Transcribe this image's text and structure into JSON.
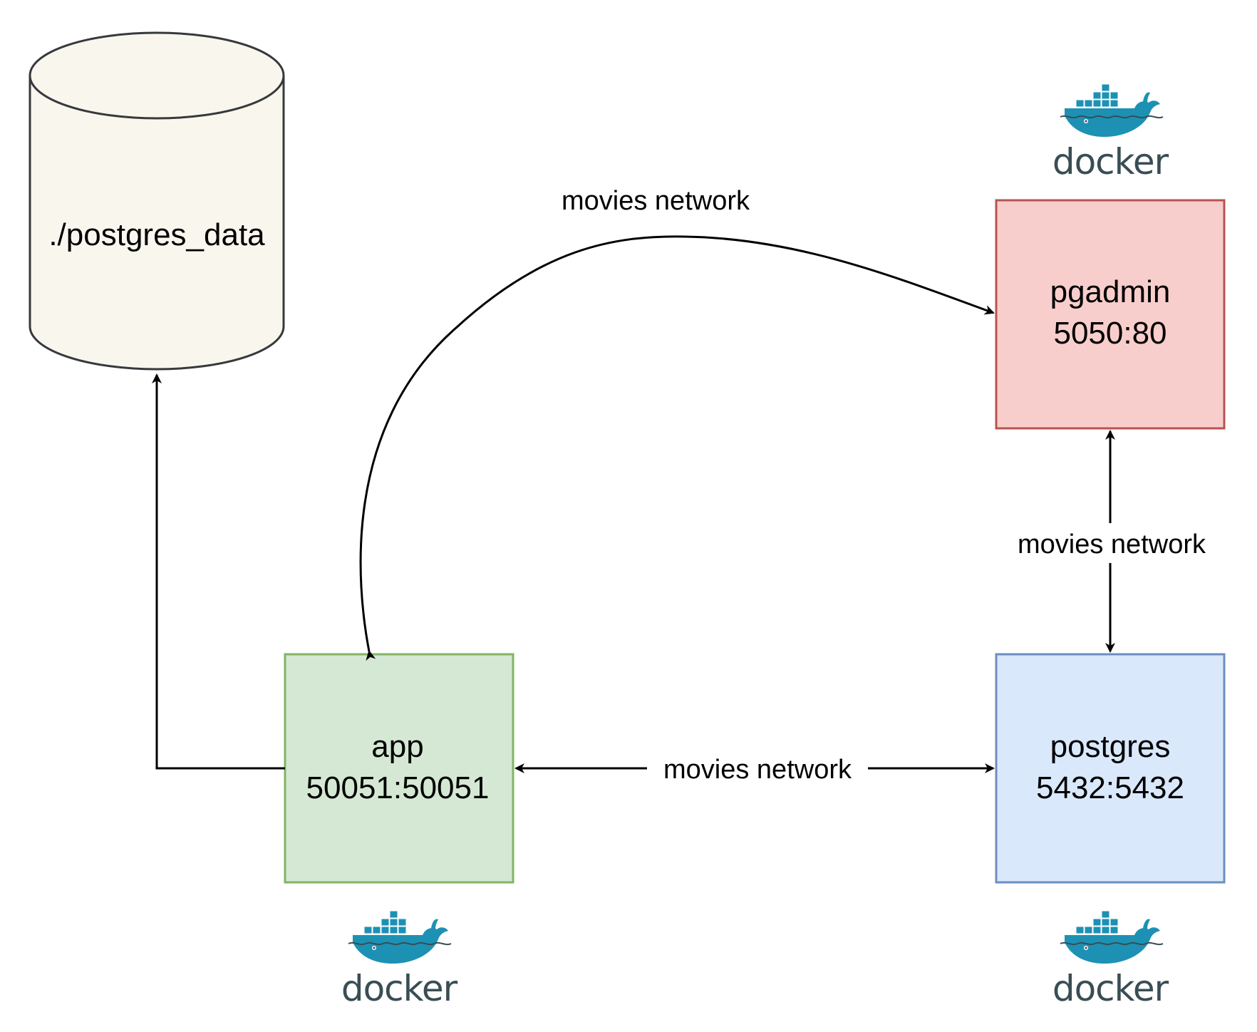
{
  "colors": {
    "cylinder_fill": "#f9f7ed",
    "cylinder_stroke": "#36393d",
    "app_fill": "#d5e8d4",
    "app_stroke": "#82b366",
    "pgadmin_fill": "#f8cecc",
    "pgadmin_stroke": "#b85450",
    "postgres_fill": "#dae8fc",
    "postgres_stroke": "#6c8ebf",
    "edge": "#000000",
    "docker_blue": "#1d91b4",
    "docker_dark": "#394d54"
  },
  "volume": {
    "label": "./postgres_data"
  },
  "services": {
    "pgadmin": {
      "name": "pgadmin",
      "ports": "5050:80"
    },
    "app": {
      "name": "app",
      "ports": "50051:50051"
    },
    "postgres": {
      "name": "postgres",
      "ports": "5432:5432"
    }
  },
  "edges": {
    "app_pgadmin": {
      "label": "movies network"
    },
    "pgadmin_postgres": {
      "label": "movies network"
    },
    "app_postgres": {
      "label": "movies network"
    }
  },
  "docker_logo": {
    "icon": "docker-whale-icon",
    "word": "docker"
  }
}
